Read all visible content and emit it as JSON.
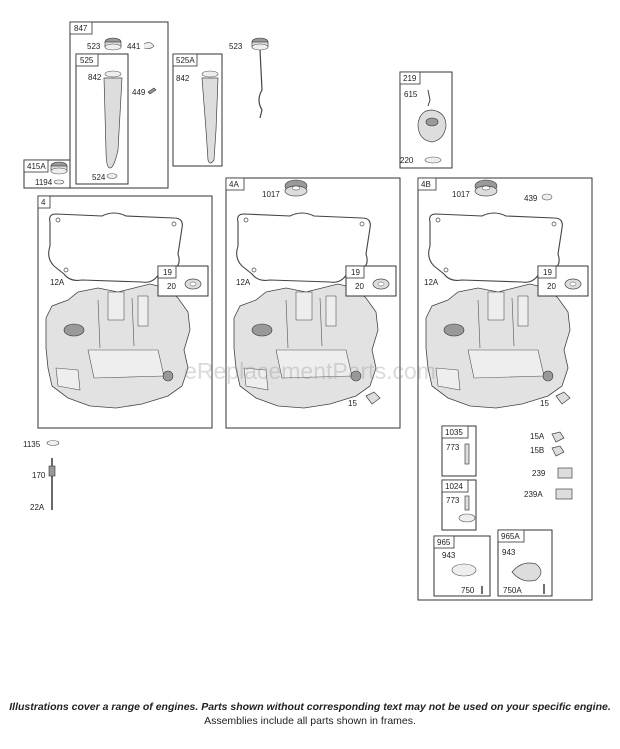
{
  "frames": {
    "f847": "847",
    "f525": "525",
    "f525a": "525A",
    "f415a": "415A",
    "f219": "219",
    "f4": "4",
    "f4a": "4A",
    "f4b": "4B",
    "f19a": "19",
    "f19b": "19",
    "f19c": "19",
    "f1035": "1035",
    "f1024": "1024",
    "f965": "965",
    "f965a": "965A"
  },
  "callouts": {
    "c523a": "523",
    "c441": "441",
    "c842a": "842",
    "c449": "449",
    "c524": "524",
    "c842b": "842",
    "c523b": "523",
    "c1194": "1194",
    "c615": "615",
    "c220": "220",
    "c12a_1": "12A",
    "c20_1": "20",
    "c1017_a": "1017",
    "c12a_2": "12A",
    "c20_2": "20",
    "c15_a": "15",
    "c1017_b": "1017",
    "c439": "439",
    "c12a_3": "12A",
    "c20_3": "20",
    "c15_b": "15",
    "c1135": "1135",
    "c170": "170",
    "c22a": "22A",
    "c773a": "773",
    "c773b": "773",
    "c943a": "943",
    "c750": "750",
    "c943b": "943",
    "c750a": "750A",
    "c15a": "15A",
    "c15b": "15B",
    "c239": "239",
    "c239a": "239A"
  },
  "watermark": "eReplacementParts.com",
  "footer": {
    "line1": "Illustrations cover a range of engines. Parts shown without corresponding text may not be used on your specific engine.",
    "line2": "Assemblies include all parts shown in frames."
  }
}
